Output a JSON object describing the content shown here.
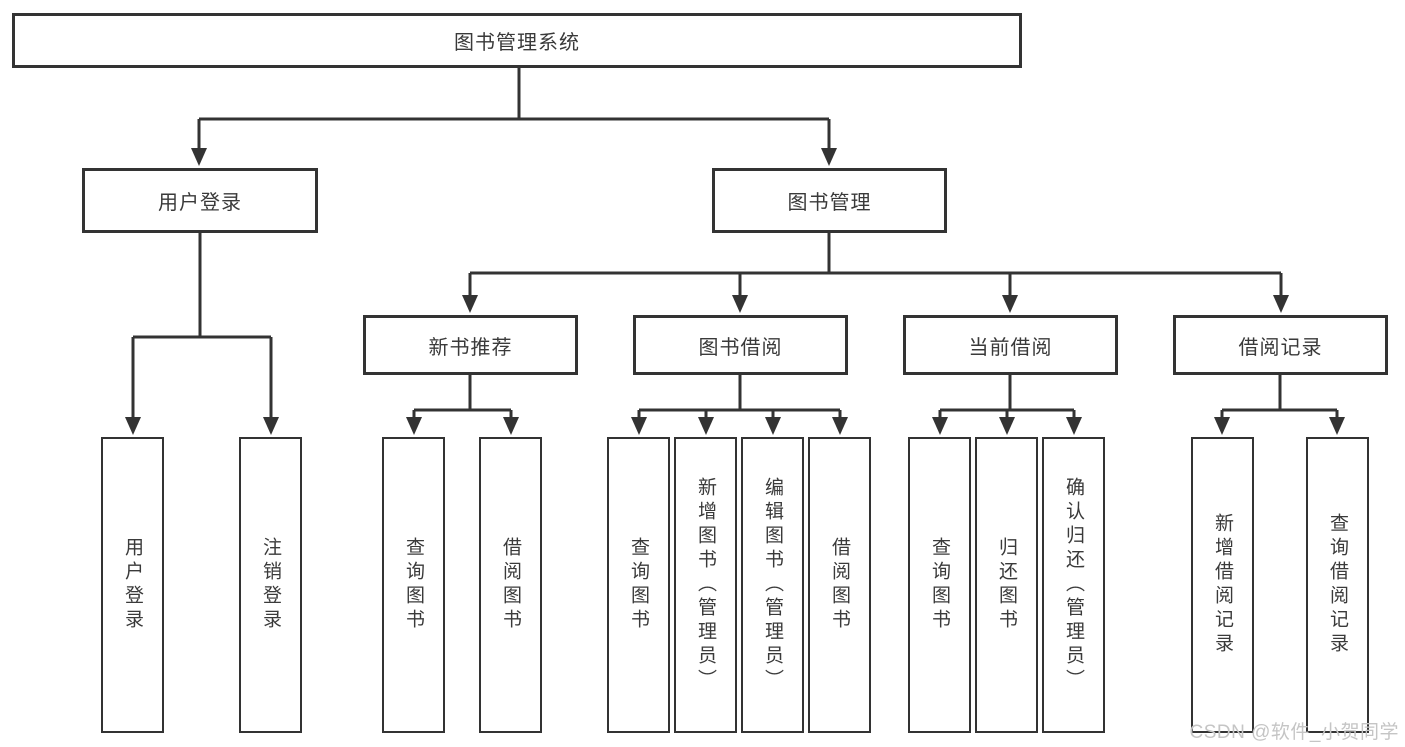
{
  "diagram_title": "图书管理系统",
  "colors": {
    "background": "#ffffff",
    "line": "#333333",
    "text": "#3a3a3a",
    "watermark": "#c5c5c5"
  },
  "tree": {
    "root": {
      "label": "图书管理系统"
    },
    "level2": [
      {
        "label": "用户登录",
        "parent": "图书管理系统"
      },
      {
        "label": "图书管理",
        "parent": "图书管理系统"
      }
    ],
    "level3": [
      {
        "label": "新书推荐",
        "parent": "图书管理"
      },
      {
        "label": "图书借阅",
        "parent": "图书管理"
      },
      {
        "label": "当前借阅",
        "parent": "图书管理"
      },
      {
        "label": "借阅记录",
        "parent": "图书管理"
      }
    ],
    "leaves": [
      {
        "label": "用户登录",
        "parent": "用户登录"
      },
      {
        "label": "注销登录",
        "parent": "用户登录"
      },
      {
        "label": "查询图书",
        "parent": "新书推荐"
      },
      {
        "label": "借阅图书",
        "parent": "新书推荐"
      },
      {
        "label": "查询图书",
        "parent": "图书借阅"
      },
      {
        "label": "新增图书（管理员）",
        "parent": "图书借阅"
      },
      {
        "label": "编辑图书（管理员）",
        "parent": "图书借阅"
      },
      {
        "label": "借阅图书",
        "parent": "图书借阅"
      },
      {
        "label": "查询图书",
        "parent": "当前借阅"
      },
      {
        "label": "归还图书",
        "parent": "当前借阅"
      },
      {
        "label": "确认归还（管理员）",
        "parent": "当前借阅"
      },
      {
        "label": "新增借阅记录",
        "parent": "借阅记录"
      },
      {
        "label": "查询借阅记录",
        "parent": "借阅记录"
      }
    ]
  },
  "watermark": {
    "text": "CSDN @软件_小贺同学"
  }
}
